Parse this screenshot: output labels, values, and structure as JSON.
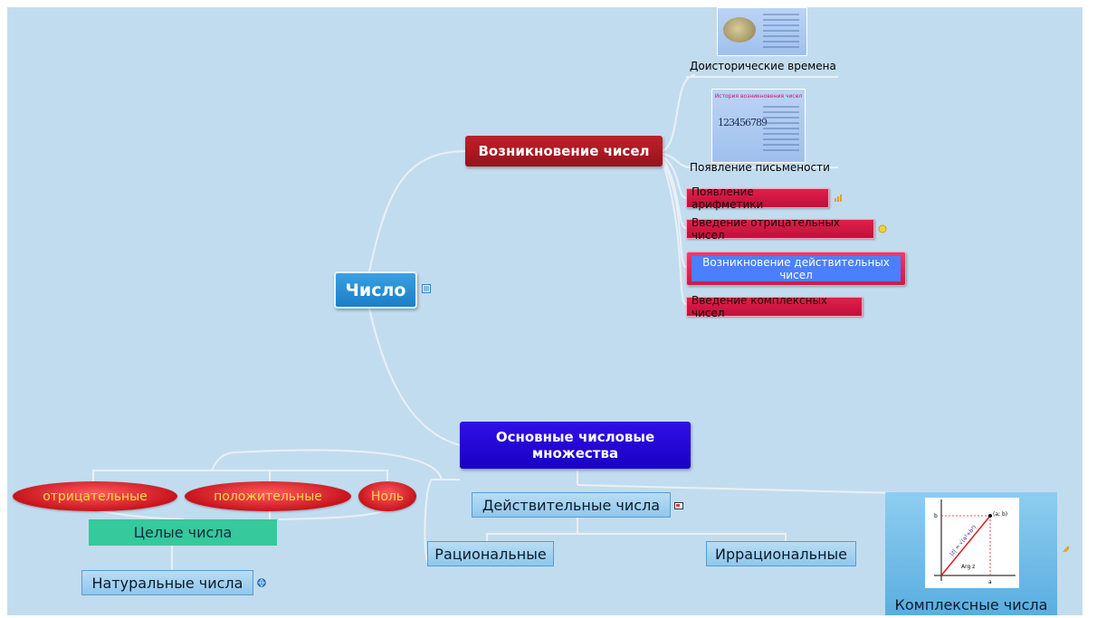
{
  "root": {
    "label": "Число",
    "note_icon": "note-icon"
  },
  "branch_origin": {
    "label": "Возникновение чисел",
    "children": [
      {
        "label": "Доисторические времена",
        "kind": "thumbnail"
      },
      {
        "label": "Появление письмености",
        "kind": "thumbnail",
        "thumb_title": "История возникновения чисел",
        "thumb_digits": "123456789"
      },
      {
        "label": "Появление арифметики",
        "kind": "red",
        "icon": "chart-icon"
      },
      {
        "label": "Введение отрицательных чисел",
        "kind": "red",
        "icon": "bulb-icon"
      },
      {
        "label": "Возникновение действительных чисел",
        "kind": "red-selected"
      },
      {
        "label": "Введение комплексных чисел",
        "kind": "red"
      }
    ]
  },
  "branch_sets": {
    "label": "Основные числовые множества",
    "real": {
      "label": "Действительные числа",
      "icon": "presentation-icon"
    },
    "rational": {
      "label": "Рациональные"
    },
    "irrational": {
      "label": "Иррациональные"
    },
    "complex": {
      "label": "Комплексные числа",
      "icon": "attachment-icon",
      "plot_labels": {
        "point": "(a; b)",
        "modulus": "|z| = √(a²+b²)",
        "arg": "Arg z",
        "axis_a": "a",
        "axis_b": "b"
      }
    },
    "integers": {
      "label": "Целые числа"
    },
    "naturals": {
      "label": "Натуральные числа",
      "icon": "globe-icon"
    },
    "ovals": [
      "отрицательные",
      "положительные",
      "Ноль"
    ]
  },
  "colors": {
    "background": "#c2dcef",
    "root": "#1a7fc6",
    "origin_branch": "#98121b",
    "sets_branch": "#1a00c4",
    "leaf_red": "#d0153f",
    "integers_green": "#35c99b"
  }
}
